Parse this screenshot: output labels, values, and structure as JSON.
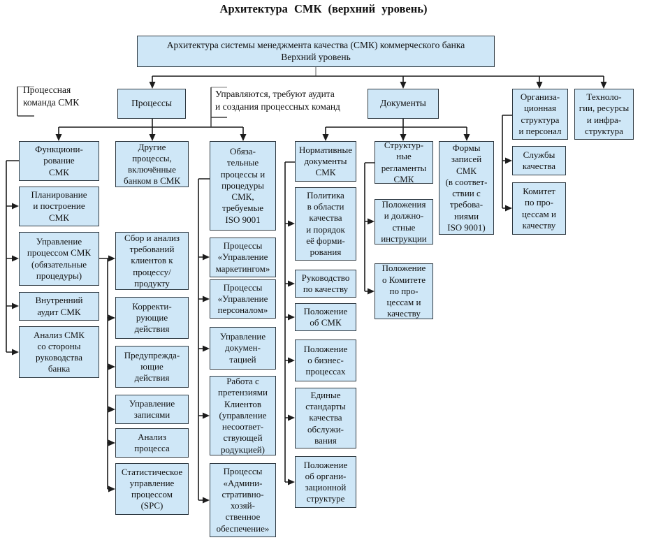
{
  "title": "Архитектура СМК (верхний уровень)",
  "colors": {
    "box_fill": "#cfe7f7",
    "box_border": "#2f3a42",
    "line": "#1c1c1c",
    "bracket_gray": "#a8a8a8"
  },
  "annotations": {
    "process_team": "Процессная\nкоманда СМК",
    "managed": "Управляются, требуют аудита\nи создания процессных команд"
  },
  "nodes": {
    "root": "Архитектура системы менеджмента качества (СМК) коммерческого банка\nВерхний уровень",
    "processes": "Процессы",
    "documents": "Документы",
    "org_structure": "Организа-\nционная\nструктура\nи персонал",
    "technology": "Техноло-\nгии, ресурсы\nи инфра-\nструктура",
    "smk_functioning": "Функциони-\nрование\nСМК",
    "other_processes": "Другие\nпроцессы,\nвключённые\nбанком в СМК",
    "mandatory_processes": "Обяза-\nтельные\nпроцессы и\nпроцедуры\nСМК,\nтребуемые\nISO 9001",
    "normative_docs": "Нормативные\nдокументы\nСМК",
    "structural_regulations": "Структур-\nные\nрегламенты\nСМК",
    "record_forms": "Формы\nзаписей\nСМК\n(в соответ-\nствии с\nтребова-\nниями\nISO 9001)",
    "planning": "Планирование\nи построение\nСМК",
    "process_management": "Управление\nпроцессом СМК\n(обязательные\nпроцедуры)",
    "internal_audit": "Внутренний\nаудит СМК",
    "management_review": "Анализ СМК\nсо стороны\nруководства\nбанка",
    "client_requirements": "Сбор и анализ\nтребований\nклиентов к\nпроцессу/\nпродукту",
    "corrective_actions": "Корректи-\nрующие\nдействия",
    "preventive_actions": "Предупрежда-\nющие\nдействия",
    "records_management": "Управление\nзаписями",
    "process_analysis": "Анализ\nпроцесса",
    "spc": "Статистическое\nуправление\nпроцессом\n(SPC)",
    "marketing_management": "Процессы\n«Управление\nмаркетингом»",
    "personnel_management": "Процессы\n«Управление\nперсоналом»",
    "documentation_management": "Управление\nдокумен-\nтацией",
    "client_claims": "Работа с\nпретензиями\nКлиентов\n(управление\nнесоответ-\nствующей\nродукцией)",
    "admin_support": "Процессы\n«Админи-\nстративно-\nхозяй-\nственное\nобеспечение»",
    "quality_policy": "Политика\nв области\nкачества\nи порядок\nеё форми-\nрования",
    "quality_manual": "Руководство\nпо качеству",
    "smk_regulation": "Положение\nоб СМК",
    "business_process_regulation": "Положение\nо бизнес-\nпроцессах",
    "service_standards": "Единые\nстандарты\nкачества\nобслужи-\nвания",
    "org_structure_regulation": "Положение\nоб органи-\nзационной\nструктуре",
    "job_instructions": "Положения\nи должно-\nстные\nинструкции",
    "committee_regulation": "Положение\nо Комитете\nпо про-\nцессам и\nкачеству",
    "quality_services": "Службы\nкачества",
    "quality_committee": "Комитет\nпо про-\nцессам и\nкачеству"
  }
}
